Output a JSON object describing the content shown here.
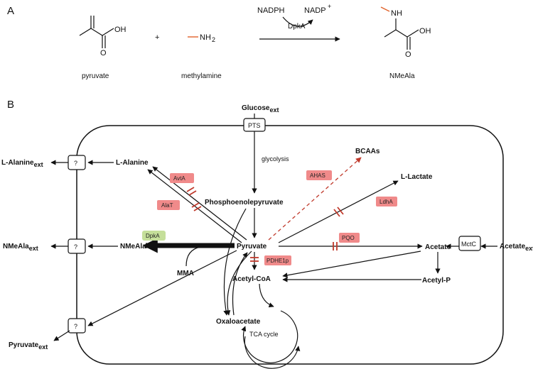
{
  "panels": {
    "a": "A",
    "b": "B"
  },
  "reaction": {
    "pyruvate": "pyruvate",
    "plus": "+",
    "methylamine": "methylamine",
    "nh2": "NH",
    "nh2_sub": "2",
    "cofactor_in": "NADPH",
    "cofactor_out": "NADP",
    "cofactor_out_sup": "+",
    "enzyme": "DpkA",
    "product": "NMeAla",
    "oh": "OH",
    "o": "O",
    "nh": "NH"
  },
  "cell": {
    "glucose": "Glucose",
    "glucose_sub": "ext",
    "pts": "PTS",
    "glycolysis": "glycolysis",
    "bcaas": "BCAAs",
    "l_alanine_ext": "L-Alanine",
    "l_alanine_ext_sub": "ext",
    "l_alanine": "L-Alanine",
    "nmeala_ext": "NMeAla",
    "nmeala_ext_sub": "ext",
    "nmeala": "NMeAla",
    "pyruvate_ext": "Pyruvate",
    "pyruvate_ext_sub": "ext",
    "transporter_unknown": "?",
    "pep": "Phosphoenolepyruvate",
    "pyruvate": "Pyruvate",
    "acetyl_coa": "Acetyl-CoA",
    "oxaloacetate": "Oxaloacetate",
    "tca": "TCA cycle",
    "l_lactate": "L-Lactate",
    "acetate": "Acetate",
    "acetyl_p": "Acetyl-P",
    "acetate_ext": "Acetate",
    "acetate_ext_sub": "ext",
    "mctc": "MctC",
    "mma": "MMA",
    "enzymes": {
      "avta": "AvtA",
      "alat": "AlaT",
      "ahas": "AHAS",
      "ldha": "LdhA",
      "pqo": "PQO",
      "pdhe1p": "PDHE1p",
      "dpka": "DpkA"
    }
  },
  "colors": {
    "enzyme_box": "#f08a8a",
    "dpka_box": "#c5df9a",
    "knockout": "#c0392b",
    "dashed_arrow": "#c0392b",
    "methyl_bond": "#e0622a"
  }
}
